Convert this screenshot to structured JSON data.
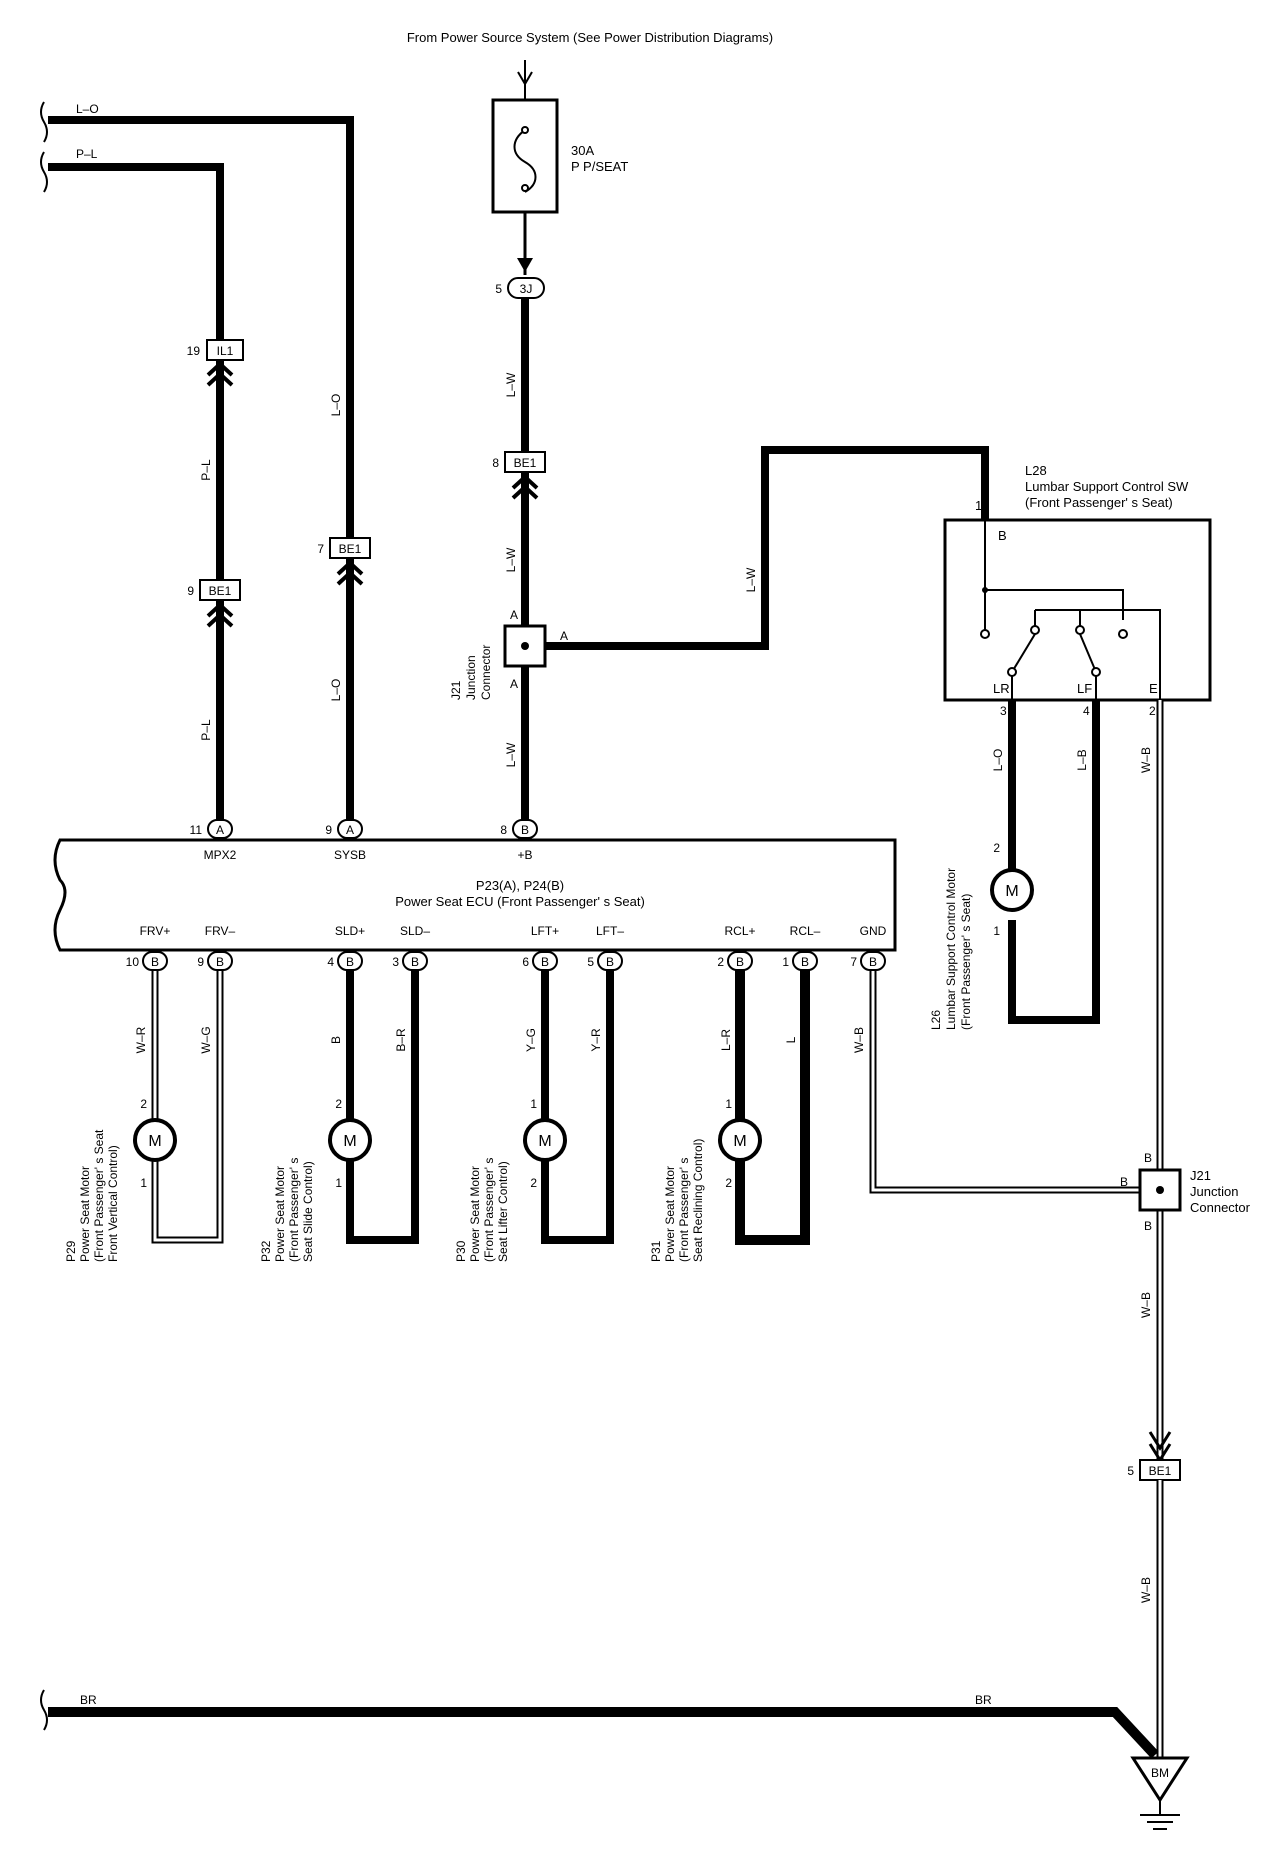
{
  "header": {
    "source_text": "From Power Source System (See  Power Distribution Diagrams)"
  },
  "fuse": {
    "rating": "30A",
    "name": "P P/SEAT"
  },
  "connector_3j": {
    "pin": "5",
    "id": "3J"
  },
  "wires": {
    "lo": "L–O",
    "pl": "P–L",
    "lw": "L–W",
    "wr": "W–R",
    "wg": "W–G",
    "b": "B",
    "br_": "B–R",
    "yg": "Y–G",
    "yr": "Y–R",
    "lr": "L–R",
    "l": "L",
    "wb": "W–B",
    "lb": "L–B",
    "br": "BR"
  },
  "connectors": {
    "il1": {
      "pin": "19",
      "id": "IL1"
    },
    "be1_9": {
      "pin": "9",
      "id": "BE1"
    },
    "be1_7": {
      "pin": "7",
      "id": "BE1"
    },
    "be1_8": {
      "pin": "8",
      "id": "BE1"
    },
    "be1_5": {
      "pin": "5",
      "id": "BE1"
    }
  },
  "junction_top": {
    "id": "J21",
    "name": "Junction\nConnector",
    "pin": "A"
  },
  "junction_bottom": {
    "id": "J21",
    "name": "Junction",
    "name2": "Connector",
    "pin": "B"
  },
  "ecu": {
    "title": "P23(A), P24(B)",
    "subtitle": "Power Seat ECU (Front Passenger' s Seat)",
    "top_pins": [
      {
        "num": "11",
        "conn": "A",
        "name": "MPX2"
      },
      {
        "num": "9",
        "conn": "A",
        "name": "SYSB"
      },
      {
        "num": "8",
        "conn": "B",
        "name": "+B"
      }
    ],
    "bottom_pins": [
      {
        "num": "10",
        "conn": "B",
        "name": "FRV+"
      },
      {
        "num": "9",
        "conn": "B",
        "name": "FRV–"
      },
      {
        "num": "4",
        "conn": "B",
        "name": "SLD+"
      },
      {
        "num": "3",
        "conn": "B",
        "name": "SLD–"
      },
      {
        "num": "6",
        "conn": "B",
        "name": "LFT+"
      },
      {
        "num": "5",
        "conn": "B",
        "name": "LFT–"
      },
      {
        "num": "2",
        "conn": "B",
        "name": "RCL+"
      },
      {
        "num": "1",
        "conn": "B",
        "name": "RCL–"
      },
      {
        "num": "7",
        "conn": "B",
        "name": "GND"
      }
    ]
  },
  "switch": {
    "id": "L28",
    "name": "Lumbar Support Control SW",
    "sub": "(Front Passenger' s Seat)",
    "pin_in": "1",
    "term_b": "B",
    "term_lr": "LR",
    "term_lf": "LF",
    "term_e": "E",
    "pin_lr": "3",
    "pin_lf": "4",
    "pin_e": "2"
  },
  "motors": {
    "symbol": "M",
    "p29": {
      "id": "P29",
      "l1": "Power Seat Motor",
      "l2": "(Front Passenger' s Seat",
      "l3": "Front Vertical Control)",
      "pa": "2",
      "pb": "1"
    },
    "p32": {
      "id": "P32",
      "l1": "Power Seat Motor",
      "l2": "(Front Passenger' s",
      "l3": "Seat Slide Control)",
      "pa": "2",
      "pb": "1"
    },
    "p30": {
      "id": "P30",
      "l1": "Power Seat Motor",
      "l2": "(Front Passenger' s",
      "l3": "Seat Lifter Control)",
      "pa": "1",
      "pb": "2"
    },
    "p31": {
      "id": "P31",
      "l1": "Power Seat Motor",
      "l2": "(Front Passenger' s",
      "l3": "Seat Reclining Control)",
      "pa": "1",
      "pb": "2"
    },
    "l26": {
      "id": "L26",
      "l1": "Lumbar Support Control Motor",
      "l2": "(Front Passenger' s Seat)",
      "pa": "2",
      "pb": "1"
    }
  },
  "ground": {
    "id": "BM"
  }
}
